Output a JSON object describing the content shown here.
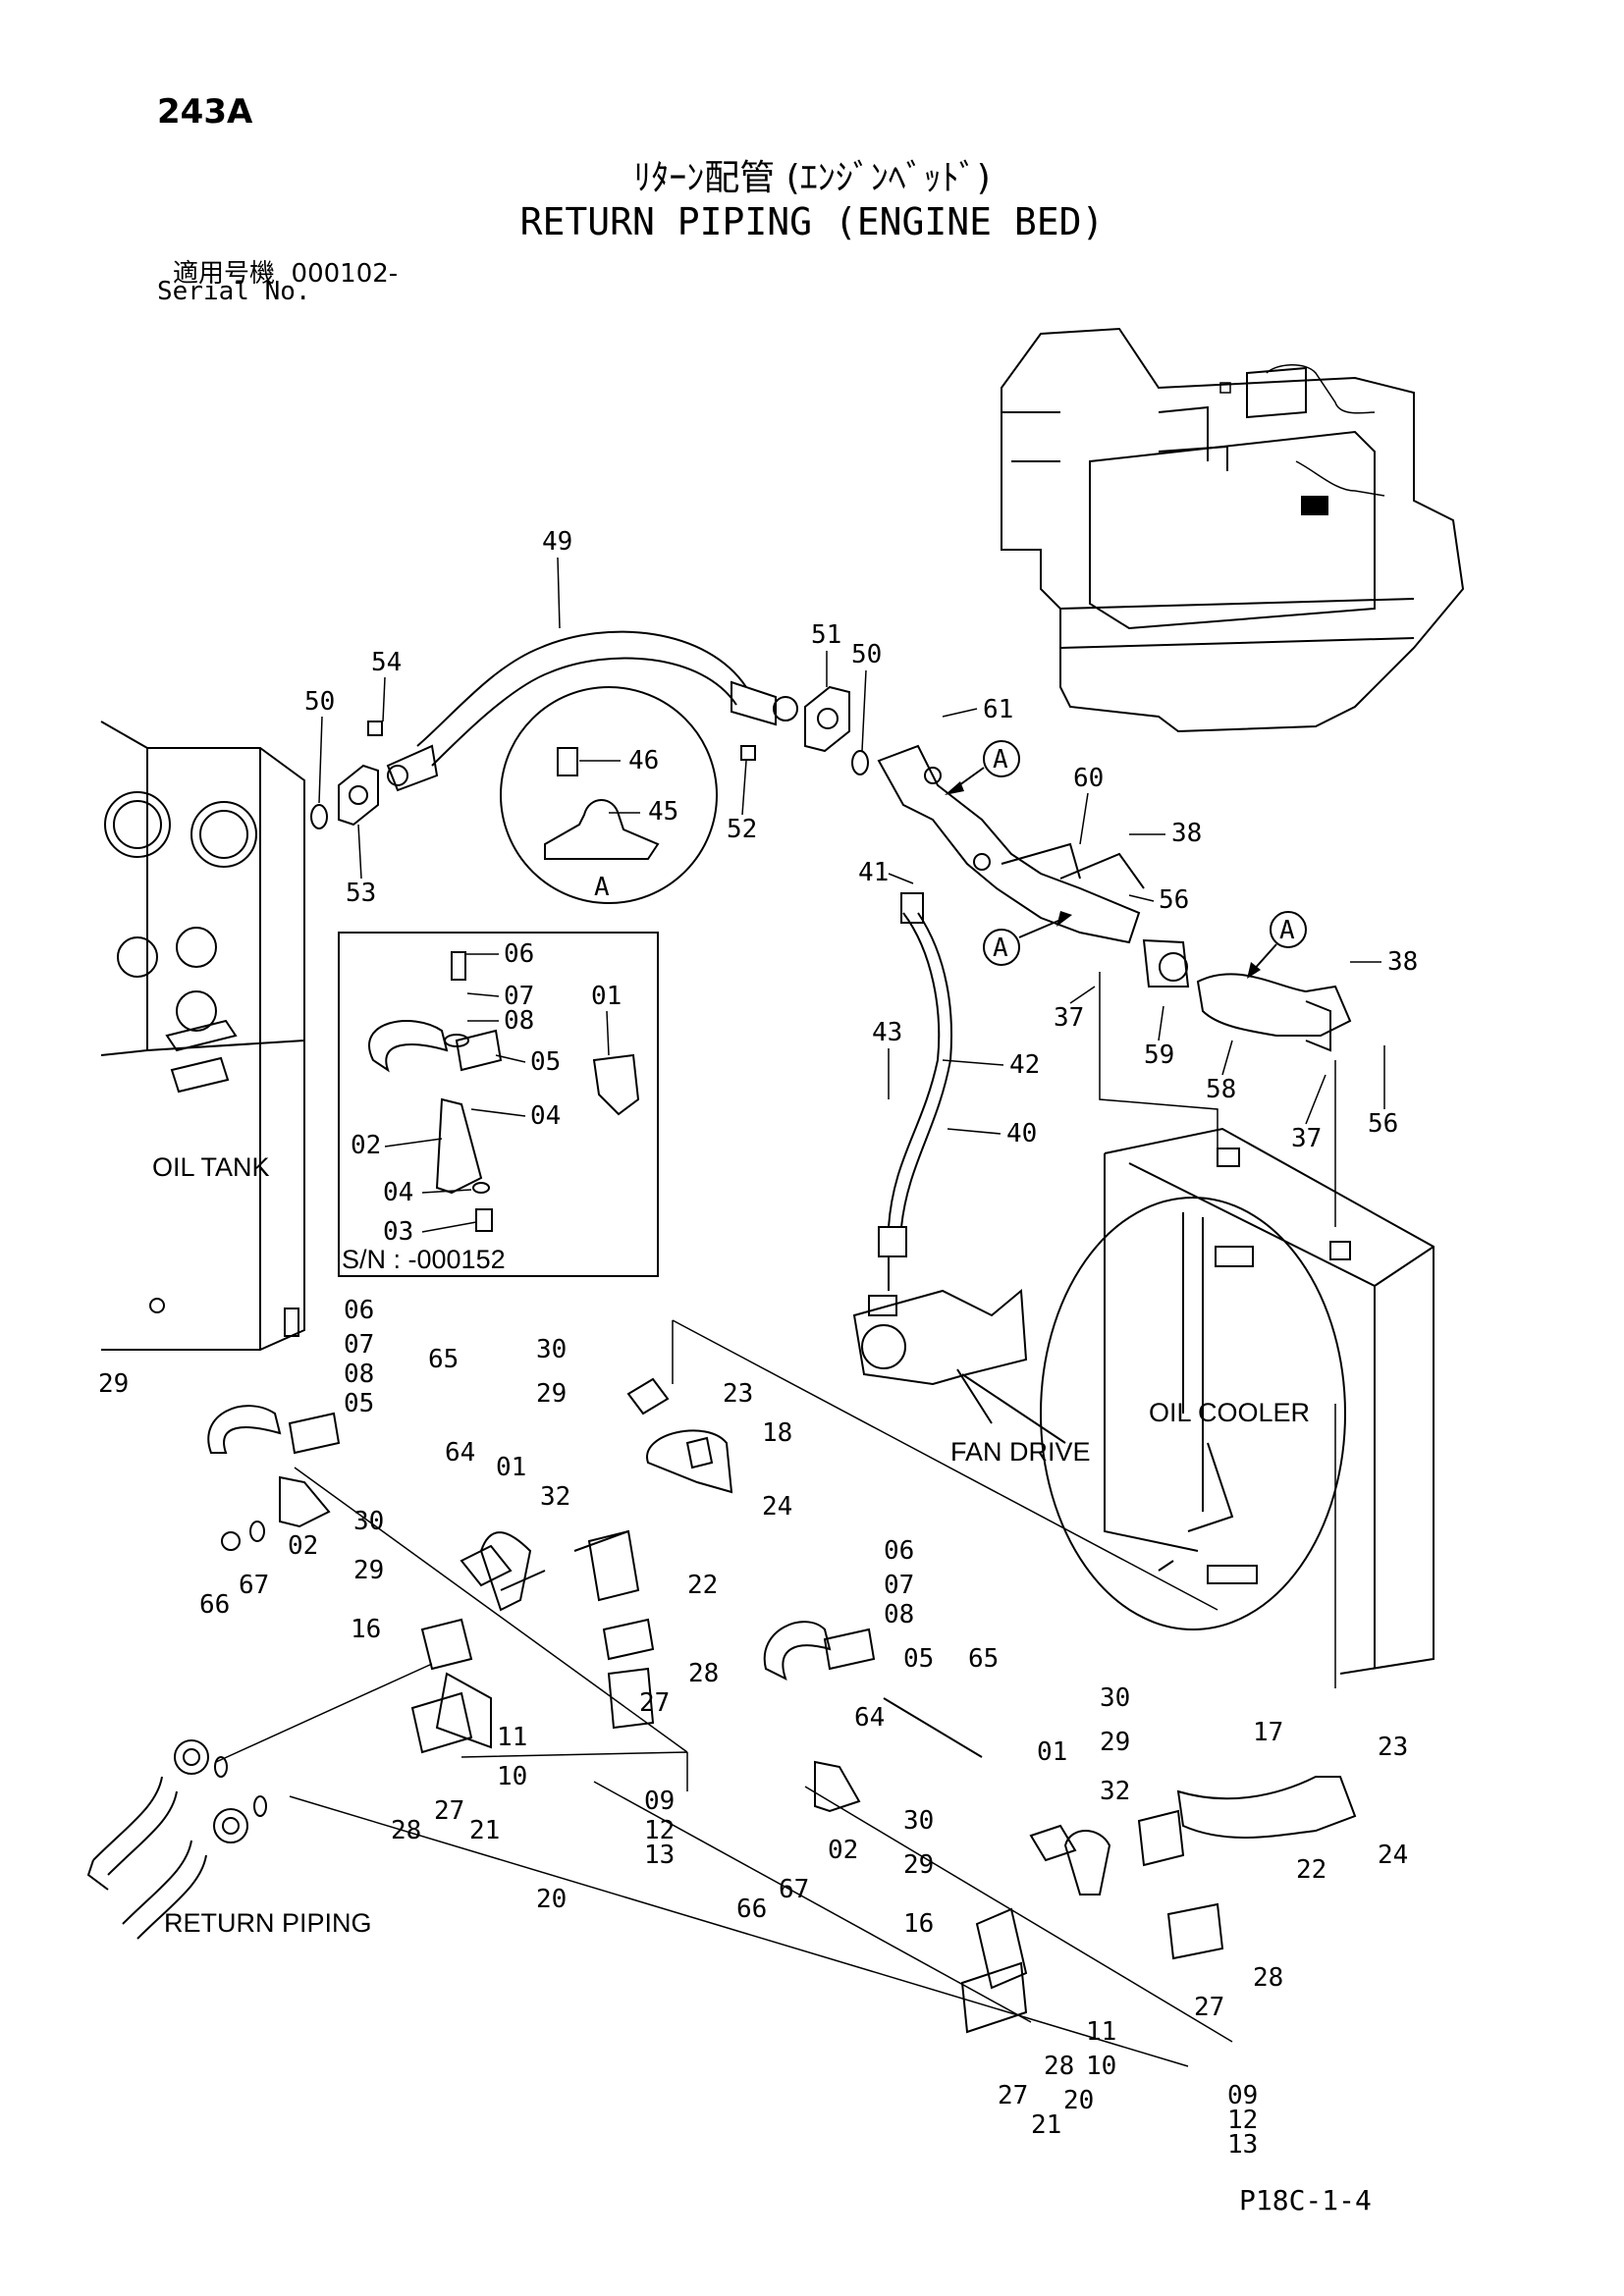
{
  "header": {
    "page_number": "243A",
    "title_jp": "ﾘﾀｰﾝ配管 (ｴﾝｼﾞﾝﾍﾞｯﾄﾞ)",
    "title_en": "RETURN PIPING (ENGINE BED)",
    "serial_label_jp": "適用号機",
    "serial_value": "000102-",
    "serial_label_en": "Serial No."
  },
  "footer": {
    "page_code": "P18C-1-4"
  },
  "components": {
    "oil_tank": "OIL TANK",
    "oil_cooler": "OIL COOLER",
    "fan_drive": "FAN DRIVE",
    "return_piping": "RETURN PIPING"
  },
  "detail_a": {
    "letter": "A",
    "parts": [
      "46",
      "45"
    ]
  },
  "inset": {
    "serial_note": "S/N : -000152"
  },
  "callouts": [
    {
      "id": "c49",
      "label": "49"
    },
    {
      "id": "c54",
      "label": "54"
    },
    {
      "id": "c50a",
      "label": "50"
    },
    {
      "id": "c53",
      "label": "53"
    },
    {
      "id": "c51",
      "label": "51"
    },
    {
      "id": "c50b",
      "label": "50"
    },
    {
      "id": "c52",
      "label": "52"
    },
    {
      "id": "c61",
      "label": "61"
    },
    {
      "id": "c60",
      "label": "60"
    },
    {
      "id": "c38a",
      "label": "38"
    },
    {
      "id": "c41",
      "label": "41"
    },
    {
      "id": "c56a",
      "label": "56"
    },
    {
      "id": "c38b",
      "label": "38"
    },
    {
      "id": "c37a",
      "label": "37"
    },
    {
      "id": "c59",
      "label": "59"
    },
    {
      "id": "c58",
      "label": "58"
    },
    {
      "id": "c43",
      "label": "43"
    },
    {
      "id": "c42",
      "label": "42"
    },
    {
      "id": "c37b",
      "label": "37"
    },
    {
      "id": "c56b",
      "label": "56"
    },
    {
      "id": "c40",
      "label": "40"
    },
    {
      "id": "i06",
      "label": "06"
    },
    {
      "id": "i07",
      "label": "07"
    },
    {
      "id": "i08",
      "label": "08"
    },
    {
      "id": "i01",
      "label": "01"
    },
    {
      "id": "i05",
      "label": "05"
    },
    {
      "id": "i04a",
      "label": "04"
    },
    {
      "id": "i02",
      "label": "02"
    },
    {
      "id": "i04b",
      "label": "04"
    },
    {
      "id": "i03",
      "label": "03"
    },
    {
      "id": "l06",
      "label": "06"
    },
    {
      "id": "l07",
      "label": "07"
    },
    {
      "id": "l08",
      "label": "08"
    },
    {
      "id": "l05",
      "label": "05"
    },
    {
      "id": "l65",
      "label": "65"
    },
    {
      "id": "l64",
      "label": "64"
    },
    {
      "id": "l01",
      "label": "01"
    },
    {
      "id": "l02",
      "label": "02"
    },
    {
      "id": "l66",
      "label": "66"
    },
    {
      "id": "l67",
      "label": "67"
    },
    {
      "id": "l29t",
      "label": "29"
    },
    {
      "id": "m30a",
      "label": "30"
    },
    {
      "id": "m29a",
      "label": "29"
    },
    {
      "id": "m23",
      "label": "23"
    },
    {
      "id": "m18",
      "label": "18"
    },
    {
      "id": "m32",
      "label": "32"
    },
    {
      "id": "m24",
      "label": "24"
    },
    {
      "id": "m30b",
      "label": "30"
    },
    {
      "id": "m29b",
      "label": "29"
    },
    {
      "id": "m22",
      "label": "22"
    },
    {
      "id": "m16",
      "label": "16"
    },
    {
      "id": "m27a",
      "label": "27"
    },
    {
      "id": "m28a",
      "label": "28"
    },
    {
      "id": "m11",
      "label": "11"
    },
    {
      "id": "m10",
      "label": "10"
    },
    {
      "id": "m09",
      "label": "09"
    },
    {
      "id": "m21",
      "label": "21"
    },
    {
      "id": "m12",
      "label": "12"
    },
    {
      "id": "m13",
      "label": "13"
    },
    {
      "id": "m20",
      "label": "20"
    },
    {
      "id": "m28b",
      "label": "28"
    },
    {
      "id": "m27b",
      "label": "27"
    },
    {
      "id": "r06",
      "label": "06"
    },
    {
      "id": "r07",
      "label": "07"
    },
    {
      "id": "r08",
      "label": "08"
    },
    {
      "id": "r05",
      "label": "05"
    },
    {
      "id": "r65",
      "label": "65"
    },
    {
      "id": "r64",
      "label": "64"
    },
    {
      "id": "r01",
      "label": "01"
    },
    {
      "id": "r30a",
      "label": "30"
    },
    {
      "id": "r29a",
      "label": "29"
    },
    {
      "id": "r17",
      "label": "17"
    },
    {
      "id": "r23",
      "label": "23"
    },
    {
      "id": "r32",
      "label": "32"
    },
    {
      "id": "r30b",
      "label": "30"
    },
    {
      "id": "r22",
      "label": "22"
    },
    {
      "id": "r24",
      "label": "24"
    },
    {
      "id": "r02",
      "label": "02"
    },
    {
      "id": "r66",
      "label": "66"
    },
    {
      "id": "r67",
      "label": "67"
    },
    {
      "id": "r29b",
      "label": "29"
    },
    {
      "id": "r16",
      "label": "16"
    },
    {
      "id": "r28a",
      "label": "28"
    },
    {
      "id": "r27a",
      "label": "27"
    },
    {
      "id": "r28b",
      "label": "28"
    },
    {
      "id": "r27b",
      "label": "27"
    },
    {
      "id": "r11",
      "label": "11"
    },
    {
      "id": "r10",
      "label": "10"
    },
    {
      "id": "r09",
      "label": "09"
    },
    {
      "id": "r20",
      "label": "20"
    },
    {
      "id": "r21",
      "label": "21"
    },
    {
      "id": "r12",
      "label": "12"
    },
    {
      "id": "r13",
      "label": "13"
    }
  ],
  "view_markers": [
    "A",
    "A",
    "A"
  ]
}
